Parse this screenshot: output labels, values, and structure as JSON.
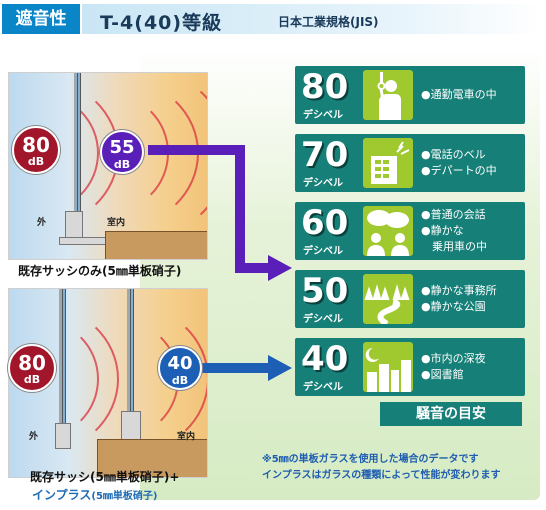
{
  "header": {
    "tag": "遮音性",
    "title": "T-4(40)等級",
    "subtitle": "日本工業規格(JIS)"
  },
  "panels": [
    {
      "outside_label": "外",
      "inside_label": "室内",
      "outside_db": "80",
      "inside_db": "55",
      "unit": "dB",
      "caption": "既存サッシのみ(5㎜単板硝子)"
    },
    {
      "outside_label": "外",
      "inside_label": "室内",
      "outside_db": "80",
      "inside_db": "40",
      "unit": "dB",
      "caption": "既存サッシ(5㎜単板硝子)+",
      "caption2_main": "インプラス",
      "caption2_sub": "(5㎜単板硝子)"
    }
  ],
  "levels": [
    {
      "db": "80",
      "unit": "デシベル",
      "icon": "train-passenger-icon",
      "lines": [
        "●通勤電車の中"
      ]
    },
    {
      "db": "70",
      "unit": "デシベル",
      "icon": "telephone-bell-icon",
      "lines": [
        "●電話のベル",
        "●デパートの中"
      ]
    },
    {
      "db": "60",
      "unit": "デシベル",
      "icon": "conversation-icon",
      "lines": [
        "●普通の会話",
        "●静かな",
        "　乗用車の中"
      ]
    },
    {
      "db": "50",
      "unit": "デシベル",
      "icon": "park-landscape-icon",
      "lines": [
        "●静かな事務所",
        "●静かな公園"
      ]
    },
    {
      "db": "40",
      "unit": "デシベル",
      "icon": "night-city-icon",
      "lines": [
        "●市内の深夜",
        "●図書館"
      ]
    }
  ],
  "guide_label": "騒音の目安",
  "notes": [
    "※5㎜の単板ガラスを使用した場合のデータです",
    "インプラスはガラスの種類によって性能が変わります"
  ],
  "colors": {
    "tag": "#0a86c8",
    "card": "#167f78",
    "icon_bg": "#9fc92f",
    "badge_red": "#a2162b",
    "arrow_purple": "#5a1fb8",
    "arrow_blue": "#1c5fb5"
  }
}
